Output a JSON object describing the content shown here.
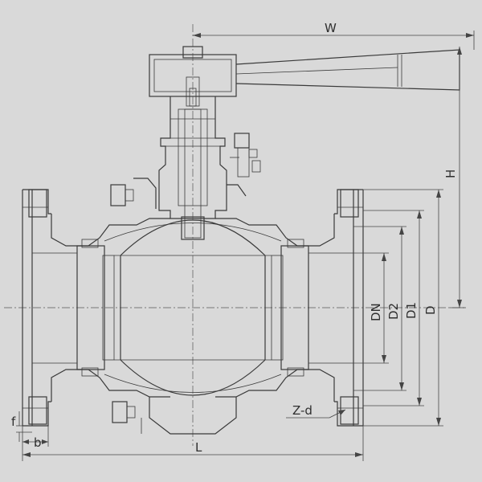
{
  "drawing": {
    "background": "#d9d9d9",
    "line_color": "#3a3a3a",
    "labels": {
      "W": "W",
      "H": "H",
      "DN": "DN",
      "D2": "D2",
      "D1": "D1",
      "D": "D",
      "L": "L",
      "f": "f",
      "b": "b",
      "Zd": "Z-d"
    }
  }
}
